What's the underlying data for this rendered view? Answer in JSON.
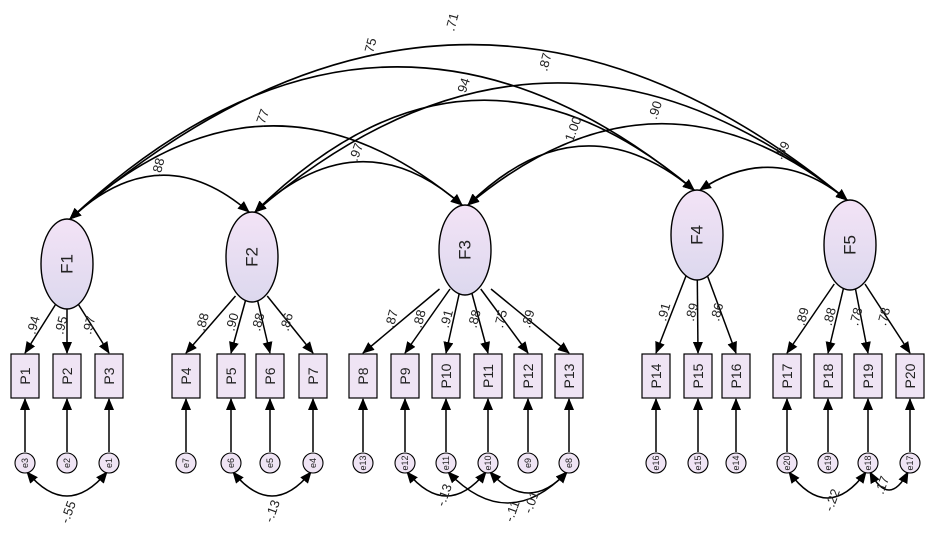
{
  "factors": [
    "F1",
    "F2",
    "F3",
    "F4",
    "F5"
  ],
  "indicators": [
    {
      "id": "P1",
      "factor": "F1",
      "loading": ".94",
      "error": "e3"
    },
    {
      "id": "P2",
      "factor": "F1",
      "loading": ".95",
      "error": "e2"
    },
    {
      "id": "P3",
      "factor": "F1",
      "loading": ".97",
      "error": "e1"
    },
    {
      "id": "P4",
      "factor": "F2",
      "loading": ".88",
      "error": "e7"
    },
    {
      "id": "P5",
      "factor": "F2",
      "loading": ".90",
      "error": "e6"
    },
    {
      "id": "P6",
      "factor": "F2",
      "loading": ".88",
      "error": "e5"
    },
    {
      "id": "P7",
      "factor": "F2",
      "loading": ".86",
      "error": "e4"
    },
    {
      "id": "P8",
      "factor": "F3",
      "loading": ".87",
      "error": "e13"
    },
    {
      "id": "P9",
      "factor": "F3",
      "loading": ".88",
      "error": "e12"
    },
    {
      "id": "P10",
      "factor": "F3",
      "loading": ".91",
      "error": "e11"
    },
    {
      "id": "P11",
      "factor": "F3",
      "loading": ".88",
      "error": "e10"
    },
    {
      "id": "P12",
      "factor": "F3",
      "loading": ".75",
      "error": "e9"
    },
    {
      "id": "P13",
      "factor": "F3",
      "loading": ".89",
      "error": "e8"
    },
    {
      "id": "P14",
      "factor": "F4",
      "loading": ".91",
      "error": "e16"
    },
    {
      "id": "P15",
      "factor": "F4",
      "loading": ".89",
      "error": "e15"
    },
    {
      "id": "P16",
      "factor": "F4",
      "loading": ".86",
      "error": "e14"
    },
    {
      "id": "P17",
      "factor": "F5",
      "loading": ".89",
      "error": "e20"
    },
    {
      "id": "P18",
      "factor": "F5",
      "loading": ".88",
      "error": "e19"
    },
    {
      "id": "P19",
      "factor": "F5",
      "loading": ".78",
      "error": "e18"
    },
    {
      "id": "P20",
      "factor": "F5",
      "loading": ".78",
      "error": "e17"
    }
  ],
  "factor_correlations": [
    {
      "from": "F1",
      "to": "F2",
      "value": ".88"
    },
    {
      "from": "F1",
      "to": "F3",
      "value": ".77"
    },
    {
      "from": "F1",
      "to": "F4",
      "value": ".75"
    },
    {
      "from": "F1",
      "to": "F5",
      "value": ".71"
    },
    {
      "from": "F2",
      "to": "F3",
      "value": ".97"
    },
    {
      "from": "F2",
      "to": "F4",
      "value": ".94"
    },
    {
      "from": "F2",
      "to": "F5",
      "value": ".87"
    },
    {
      "from": "F3",
      "to": "F4",
      "value": "1.00"
    },
    {
      "from": "F3",
      "to": "F5",
      "value": ".90"
    },
    {
      "from": "F4",
      "to": "F5",
      "value": ".89"
    }
  ],
  "error_covariances": [
    {
      "from": "e3",
      "to": "e1",
      "value": "-.55"
    },
    {
      "from": "e6",
      "to": "e4",
      "value": "-.13"
    },
    {
      "from": "e12",
      "to": "e10",
      "value": "-.13"
    },
    {
      "from": "e11",
      "to": "e8",
      "value": "-.11"
    },
    {
      "from": "e10",
      "to": "e8",
      "value": "-.01"
    },
    {
      "from": "e20",
      "to": "e18",
      "value": "-.22"
    },
    {
      "from": "e18",
      "to": "e17",
      "value": ".17"
    }
  ],
  "colors": {
    "latent_fill_top": "#f3e3f6",
    "latent_fill_bottom": "#dcd8ee",
    "observed_fill": "#efe4f4",
    "stroke": "#000000"
  }
}
